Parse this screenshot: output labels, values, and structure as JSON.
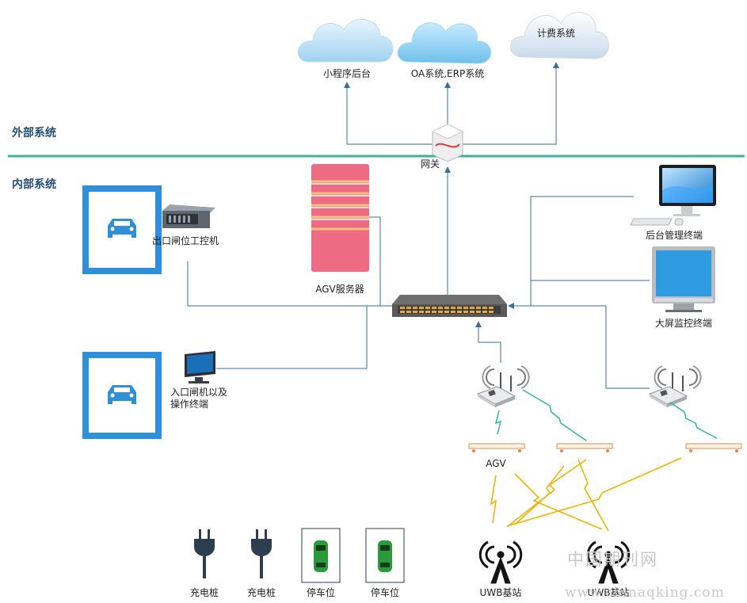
{
  "sections": {
    "external": "外部系统",
    "internal": "内部系统"
  },
  "clouds": [
    {
      "label": "小程序后台"
    },
    {
      "label": "OA系统,ERP系统"
    },
    {
      "label": "计费系统"
    }
  ],
  "devices": {
    "gateway": "网关",
    "agv_server": "AGV服务器",
    "exit_ipc": "出口闸位工控机",
    "entry_terminal": "入口闸机以及\n操作终端",
    "admin_terminal": "后台管理终端",
    "big_screen": "大屏监控终端",
    "agv": "AGV"
  },
  "bottom_items": [
    {
      "label": "充电桩",
      "icon": "plug-icon"
    },
    {
      "label": "充电桩",
      "icon": "plug-icon"
    },
    {
      "label": "停车位",
      "icon": "car-top-icon"
    },
    {
      "label": "停车位",
      "icon": "car-top-icon"
    }
  ],
  "uwb": [
    {
      "label": "UWB基站"
    },
    {
      "label": "UWB基站"
    }
  ],
  "watermark": {
    "cn": "中国期刊网",
    "url": "www.chinaqking.com"
  },
  "colors": {
    "divider": "#3fb39a",
    "line": "#3a6f9a",
    "uwb_signal": "#f0b400",
    "wifi_signal": "#2fb59a",
    "parking_blue": "#2f8fd8",
    "server_pink": "#ef6b84",
    "section_text": "#1f4e79"
  }
}
